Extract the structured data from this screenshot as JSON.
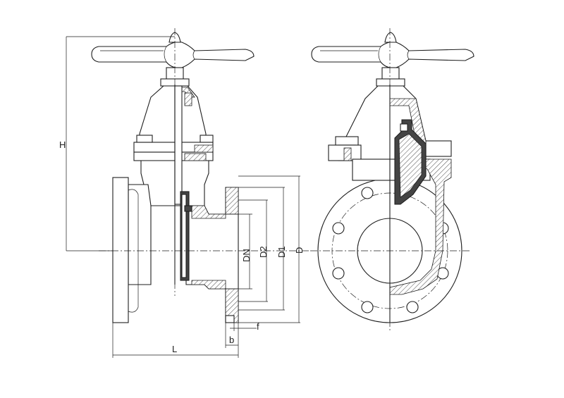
{
  "labels": {
    "H": "H",
    "L": "L",
    "DN": "DN",
    "D2": "D2",
    "D1": "D1",
    "D": "D",
    "f": "f",
    "b": "b"
  },
  "colors": {
    "line": "#1e1e1e",
    "background": "#ffffff"
  }
}
